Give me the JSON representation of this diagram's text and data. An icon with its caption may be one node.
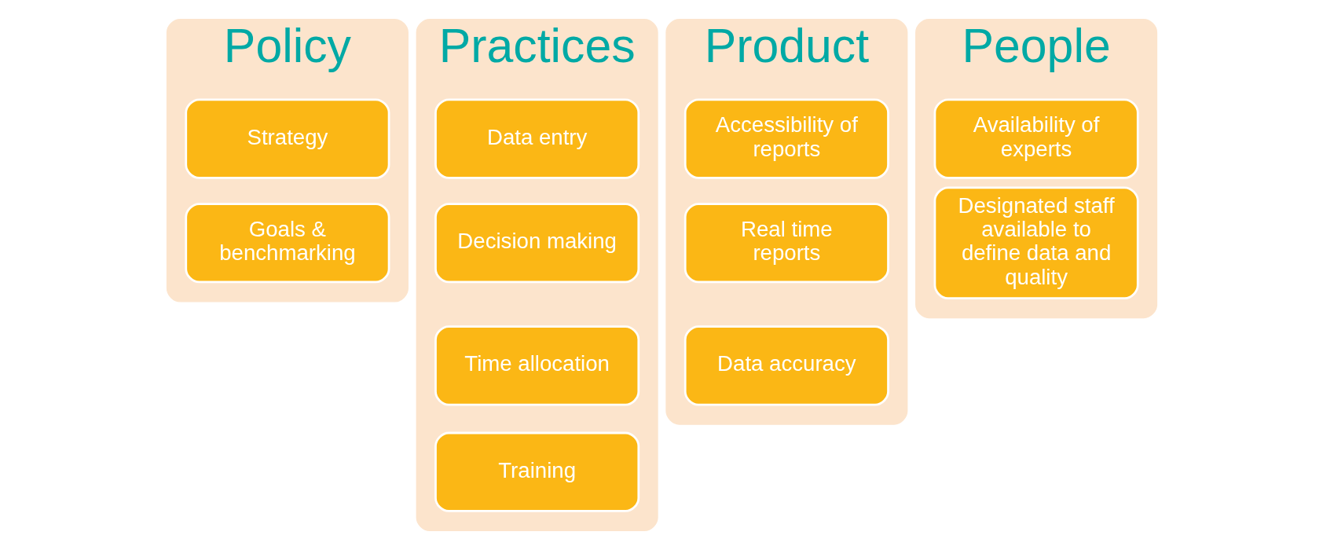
{
  "diagram": {
    "nodes": [
      {
        "text": [
          "Policy"
        ]
      },
      {
        "text": [
          "Strategy"
        ],
        "in": 0
      },
      {
        "text": [
          "Goals & benchmarking"
        ],
        "in": 0
      },
      {
        "text": [
          "Practices"
        ]
      },
      {
        "text": [
          "Data entry"
        ],
        "in": 3
      },
      {
        "text": [
          "Decision making"
        ],
        "in": 3
      },
      {
        "text": [
          "Time allocation"
        ],
        "in": 3
      },
      {
        "text": [
          "Training"
        ],
        "in": 3
      },
      {
        "text": [
          "Product"
        ]
      },
      {
        "text": [
          "Accessibility of reports"
        ],
        "in": 8
      },
      {
        "text": [
          "Real time reports"
        ],
        "in": 8
      },
      {
        "text": [
          "Data accuracy"
        ],
        "in": 8
      },
      {
        "text": [
          "People"
        ]
      },
      {
        "text": [
          "Availability of experts"
        ],
        "in": 12
      },
      {
        "text": [
          "Designated staff available to define data and quality"
        ],
        "in": 12
      }
    ],
    "edges": []
  }
}
